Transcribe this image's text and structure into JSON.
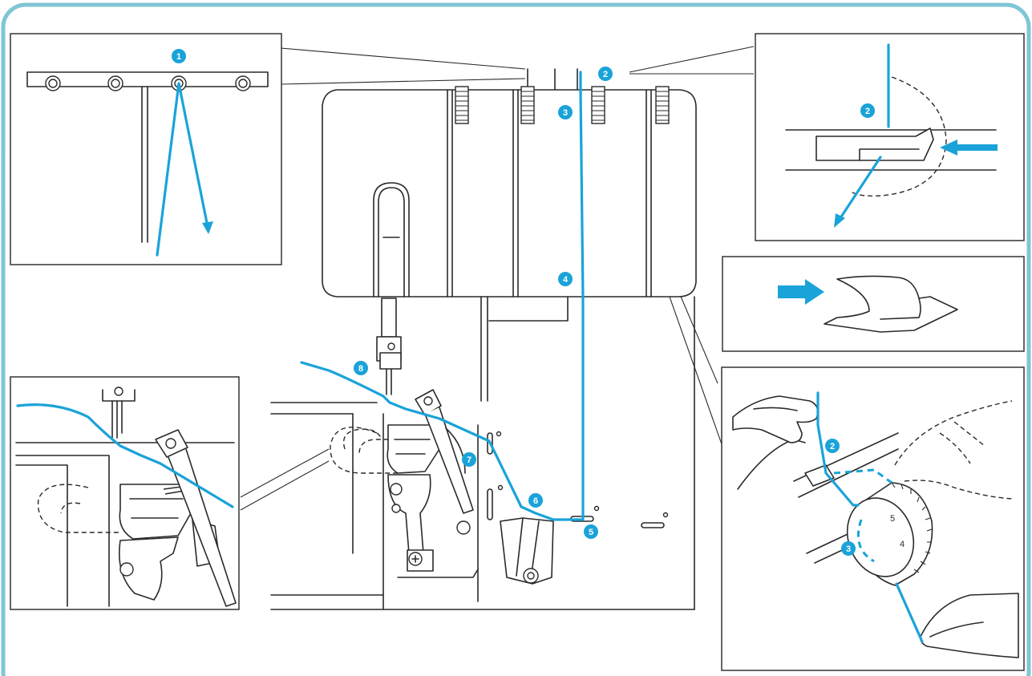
{
  "colors": {
    "frame": "#7fc6d6",
    "thread": "#1aa3d9",
    "ink": "#2a2a2a"
  },
  "badges": {
    "main": [
      "2",
      "3",
      "4",
      "5",
      "6",
      "7",
      "8"
    ],
    "inset_guide": "1",
    "inset_tension": "2",
    "inset_dial": [
      "2",
      "3"
    ]
  },
  "dial_numbers": [
    "5",
    "4"
  ]
}
